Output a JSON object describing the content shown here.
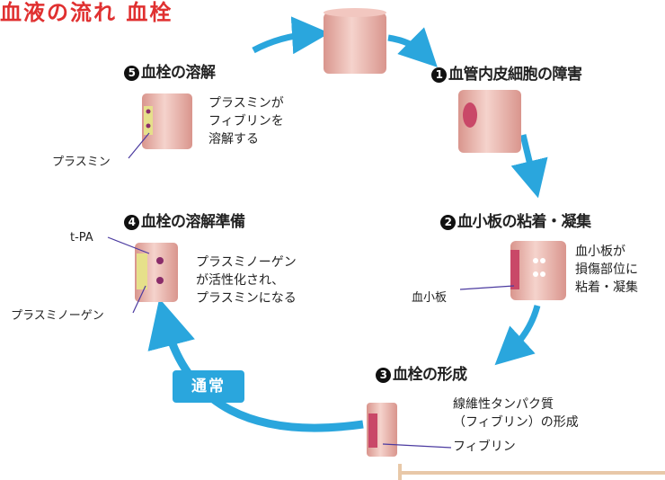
{
  "colors": {
    "arrow": "#2aa6dd",
    "vessel": "#e8b4ac",
    "clot": "#c94868",
    "heading_red": "#e03030"
  },
  "header_fragment": "血液の流れ  血栓",
  "steps": [
    {
      "number": "1",
      "title": "血管内皮細胞の障害"
    },
    {
      "number": "2",
      "title": "血小板の粘着・凝集"
    },
    {
      "number": "3",
      "title": "血栓の形成"
    },
    {
      "number": "4",
      "title": "血栓の溶解準備"
    },
    {
      "number": "5",
      "title": "血栓の溶解"
    }
  ],
  "step2": {
    "desc": [
      "血小板が",
      "損傷部位に",
      "粘着・凝集"
    ],
    "label": "血小板"
  },
  "step3": {
    "desc": [
      "線維性タンパク質",
      "（フィブリン）の形成"
    ],
    "label": "フィブリン"
  },
  "step4": {
    "desc": [
      "プラスミノーゲン",
      "が活性化され、",
      "プラスミンになる"
    ],
    "label_tpa": "t-PA",
    "label_plasminogen": "プラスミノーゲン"
  },
  "step5": {
    "desc": [
      "プラスミンが",
      "フィブリンを",
      "溶解する"
    ],
    "label": "プラスミン"
  },
  "badge": "通常"
}
